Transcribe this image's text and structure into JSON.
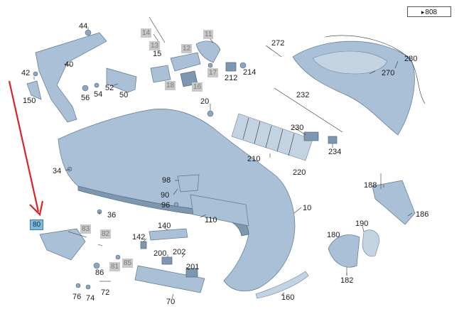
{
  "reference": {
    "arrow_glyph": "▸",
    "label": "808"
  },
  "colors": {
    "part_fill": "#a9c0d6",
    "part_stroke": "#5c7590",
    "highlight": "#7fb9d6",
    "indicator_arrow": "#d9252a",
    "boxed_label_bg": "#c8c8c8"
  },
  "labels": {
    "p44": "44",
    "p14": "14",
    "p11": "11",
    "p13": "13",
    "p15": "15",
    "p12": "12",
    "p272": "272",
    "p280": "280",
    "p40": "40",
    "p42": "42",
    "p17": "17",
    "p212": "212",
    "p214": "214",
    "p270": "270",
    "p56": "56",
    "p54": "54",
    "p52": "52",
    "p18": "18",
    "p16": "16",
    "p150": "150",
    "p50": "50",
    "p232": "232",
    "p20": "20",
    "p230": "230",
    "p234": "234",
    "p210": "210",
    "p220": "220",
    "p34": "34",
    "p98": "98",
    "p188": "188",
    "p90": "90",
    "p96": "96",
    "p10": "10",
    "p36": "36",
    "p110": "110",
    "p186": "186",
    "p80": "80",
    "p83": "83",
    "p140": "140",
    "p190": "190",
    "p82": "82",
    "p142": "142",
    "p180": "180",
    "p200": "200",
    "p202": "202",
    "p86": "86",
    "p81": "81",
    "p85": "85",
    "p201": "201",
    "p182": "182",
    "p72": "72",
    "p76": "76",
    "p74": "74",
    "p70": "70",
    "p160": "160"
  }
}
